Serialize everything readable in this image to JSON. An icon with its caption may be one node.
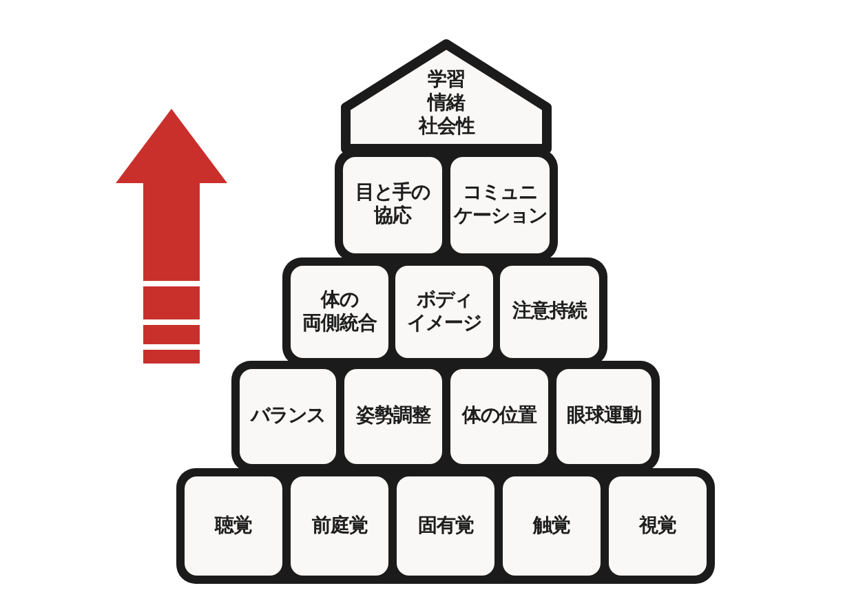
{
  "diagram": {
    "nodes": [
      {
        "text": [
          "学習",
          "情緒",
          "社会性"
        ]
      },
      {
        "text": [
          "目と手の協応"
        ]
      },
      {
        "text": [
          "コミュニケーション"
        ]
      },
      {
        "text": [
          "体の両側統合"
        ]
      },
      {
        "text": [
          "ボディイメージ"
        ]
      },
      {
        "text": [
          "注意持続"
        ]
      },
      {
        "text": [
          "バランス"
        ]
      },
      {
        "text": [
          "姿勢調整"
        ]
      },
      {
        "text": [
          "体の位置"
        ]
      },
      {
        "text": [
          "眼球運動"
        ]
      },
      {
        "text": [
          "聴覚"
        ]
      },
      {
        "text": [
          "前庭覚"
        ]
      },
      {
        "text": [
          "固有覚"
        ]
      },
      {
        "text": [
          "触覚"
        ]
      },
      {
        "text": [
          "視覚"
        ]
      }
    ]
  }
}
